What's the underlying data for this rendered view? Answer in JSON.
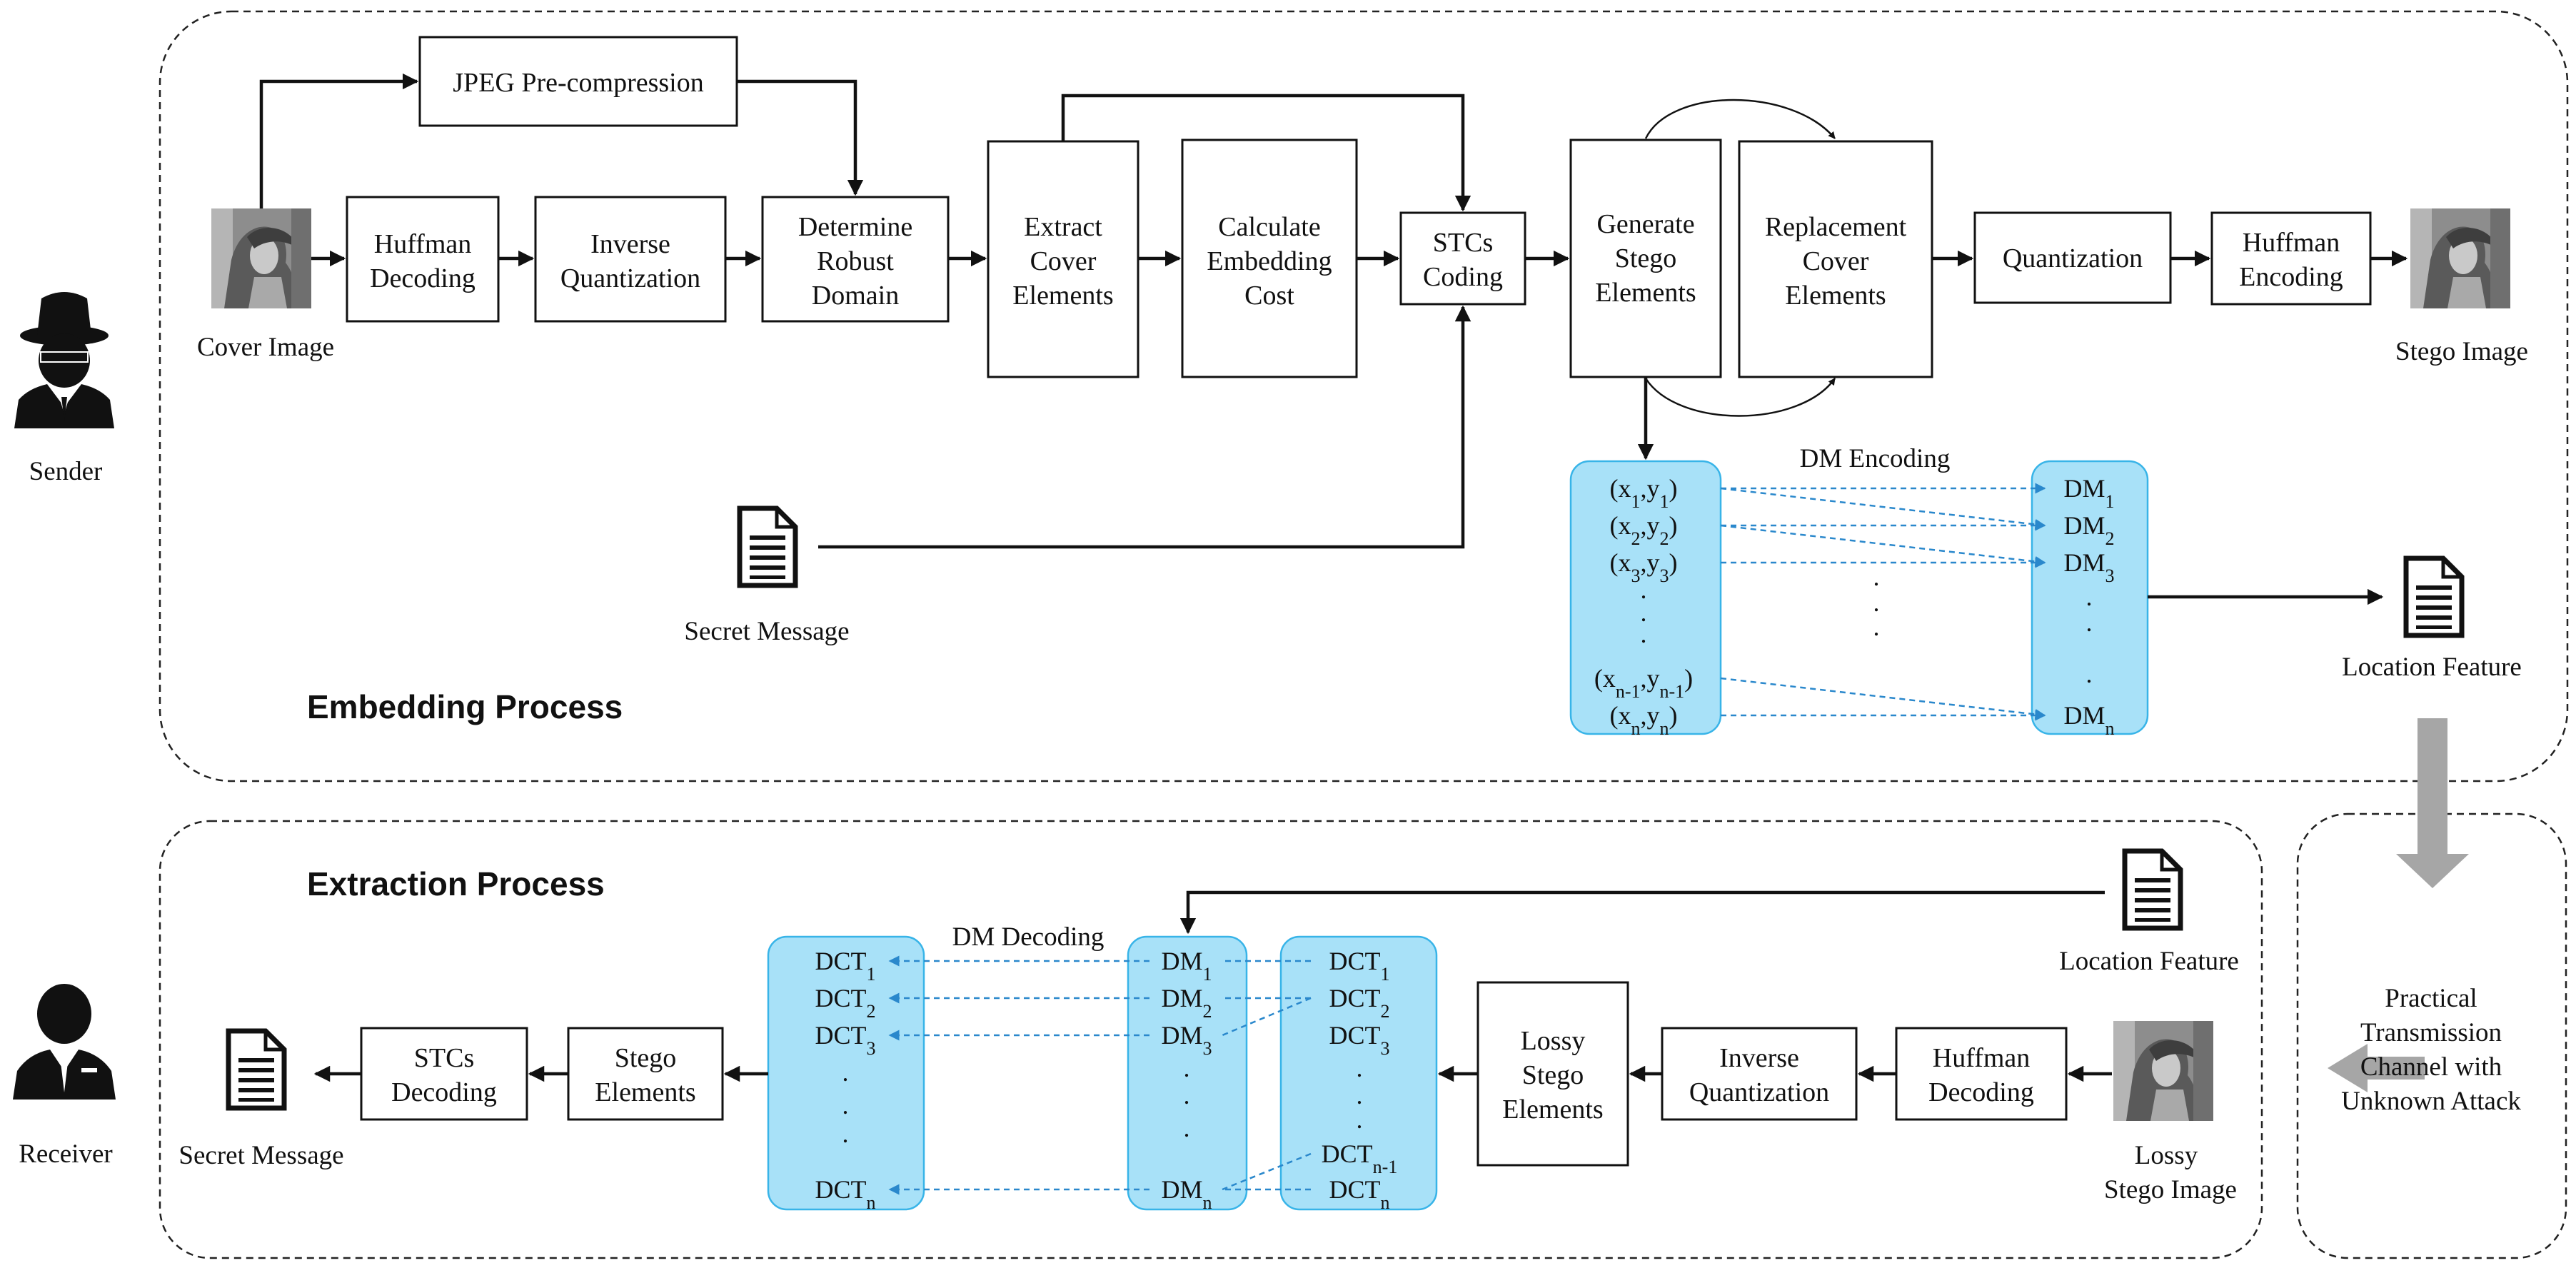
{
  "sections": {
    "embedding": "Embedding Process",
    "extraction": "Extraction Process"
  },
  "actors": {
    "sender": "Sender",
    "receiver": "Receiver",
    "sender_icon": "spy-person-icon",
    "receiver_icon": "businessman-icon"
  },
  "embed": {
    "cover_image": "Cover Image",
    "stego_image": "Stego Image",
    "secret_message": "Secret Message",
    "location_feature": "Location Feature",
    "jpeg_precompression": "JPEG Pre-compression",
    "huffman_decoding": [
      "Huffman",
      "Decoding"
    ],
    "inverse_quantization": [
      "Inverse",
      "Quantization"
    ],
    "determine_robust_domain": [
      "Determine",
      "Robust",
      "Domain"
    ],
    "extract_cover_elements": [
      "Extract",
      "Cover",
      "Elements"
    ],
    "calculate_embedding_cost": [
      "Calculate",
      "Embedding",
      "Cost"
    ],
    "stcs_coding": [
      "STCs",
      "Coding"
    ],
    "generate_stego_elements": [
      "Generate",
      "Stego",
      "Elements"
    ],
    "replacement_cover_elements": [
      "Replacement",
      "Cover",
      "Elements"
    ],
    "quantization": "Quantization",
    "huffman_encoding": [
      "Huffman",
      "Encoding"
    ],
    "dm_encoding": "DM Encoding"
  },
  "extract": {
    "location_feature": "Location Feature",
    "lossy_stego_image": [
      "Lossy",
      "Stego Image"
    ],
    "huffman_decoding": [
      "Huffman",
      "Decoding"
    ],
    "inverse_quantization": [
      "Inverse",
      "Quantization"
    ],
    "lossy_stego_elements": [
      "Lossy",
      "Stego",
      "Elements"
    ],
    "stego_elements": [
      "Stego",
      "Elements"
    ],
    "stcs_decoding": [
      "STCs",
      "Decoding"
    ],
    "secret_message": "Secret Message",
    "dm_decoding": "DM Decoding"
  },
  "channel": [
    "Practical",
    "Transmission",
    "Channel with",
    "Unknown Attack"
  ],
  "dm_coords": {
    "entries": [
      {
        "base": "(x",
        "s1": "1",
        "mid": ",y",
        "s2": "1",
        "end": ")"
      },
      {
        "base": "(x",
        "s1": "2",
        "mid": ",y",
        "s2": "2",
        "end": ")"
      },
      {
        "base": "(x",
        "s1": "3",
        "mid": ",y",
        "s2": "3",
        "end": ")"
      },
      {
        "base": "(x",
        "s1": "n-1",
        "mid": ",y",
        "s2": "n-1",
        "end": ")"
      },
      {
        "base": "(x",
        "s1": "n",
        "mid": ",y",
        "s2": "n",
        "end": ")"
      }
    ],
    "dm_base": "DM",
    "dm_subs": [
      "1",
      "2",
      "3",
      "n"
    ],
    "dct_base": "DCT",
    "dct_left_subs": [
      "1",
      "2",
      "3",
      "n"
    ],
    "dct_right_subs": [
      "1",
      "2",
      "3",
      "n-1",
      "n"
    ],
    "ellipsis": "."
  },
  "colors": {
    "cyan_fill": "#a8e1f8",
    "cyan_stroke": "#38b4e8",
    "dashed_link": "#2a88cc",
    "transmission_arrow": "#a6a6a6"
  },
  "icons": {
    "document": "document-icon",
    "image": "lena-image-thumbnail"
  }
}
